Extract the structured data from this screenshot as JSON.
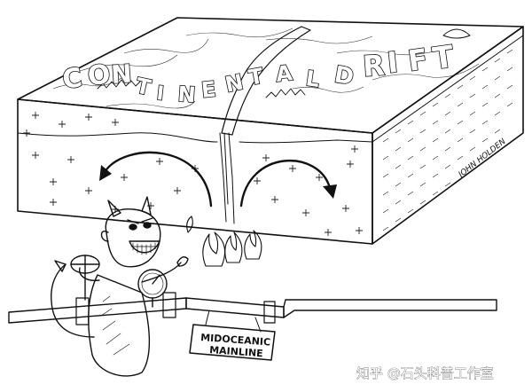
{
  "title_letters": [
    "C",
    "O",
    "N",
    "T",
    "I",
    "N",
    "E",
    "N",
    "T",
    "A",
    "L",
    "D",
    "R",
    "I",
    "F",
    "T"
  ],
  "artist_signature": "JOHN HOLDEN",
  "sign": {
    "line1": "MIDOCEANIC",
    "line2": "MAINLINE"
  },
  "watermark": "知乎 @石头科普工作室",
  "colors": {
    "ink": "#111111",
    "paper": "#ffffff",
    "shade": "#d9d9d9"
  }
}
